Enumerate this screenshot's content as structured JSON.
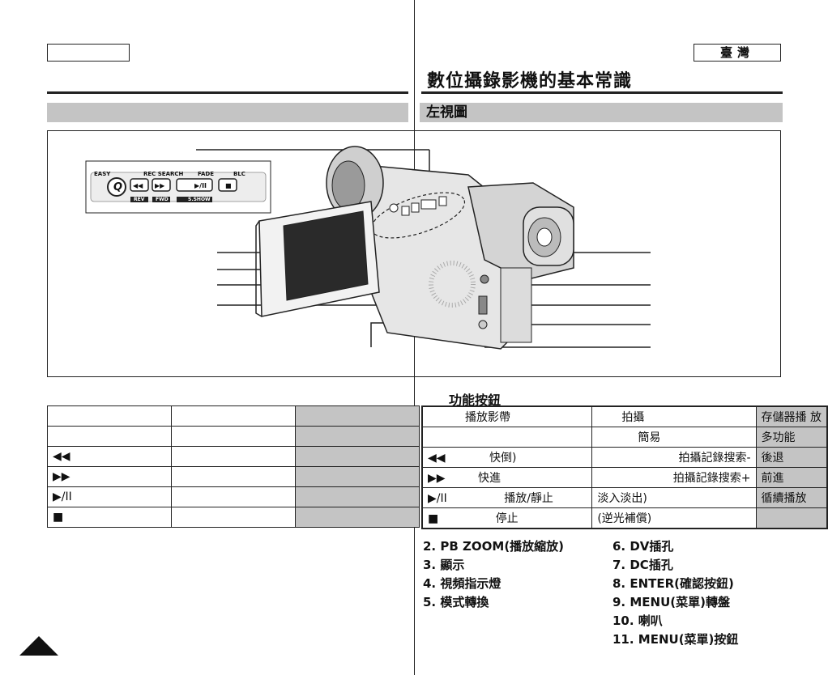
{
  "header": {
    "lang_label": "臺灣",
    "title": "數位攝錄影機的基本常識",
    "section_title": "左視圖"
  },
  "panel": {
    "easy_label": "EASY",
    "q_label": "Q",
    "rec_search_label": "REC SEARCH",
    "fade_label": "FADE",
    "blc_label": "BLC",
    "rev_label": "REV",
    "fwd_label": "FWD",
    "sshow_label": "S.SHOW",
    "btn_rew": "◀◀",
    "btn_ff": "▶▶",
    "btn_play": "▶/II",
    "btn_stop": "■"
  },
  "function_heading": "功能按鈕",
  "left_table": [
    [
      "",
      "",
      ""
    ],
    [
      "",
      "",
      ""
    ],
    [
      "◀◀",
      "",
      ""
    ],
    [
      "▶▶",
      "",
      ""
    ],
    [
      "▶/II",
      "",
      ""
    ],
    [
      "■",
      "",
      ""
    ]
  ],
  "right_table": {
    "header": [
      "播放影帶",
      "拍攝",
      "存儲器播 放"
    ],
    "rows": [
      {
        "icon": "",
        "c1": "",
        "c2": "簡易",
        "c3": "多功能"
      },
      {
        "icon": "◀◀",
        "c1": "快倒)",
        "c2": "拍攝記錄搜索-",
        "c3": "後退"
      },
      {
        "icon": "▶▶",
        "c1": "快進",
        "c2": "拍攝記錄搜索+",
        "c3": "前進"
      },
      {
        "icon": "▶/II",
        "c1": "播放/靜止",
        "c2": "淡入淡出)",
        "c3": "循續播放"
      },
      {
        "icon": "■",
        "c1": "停止",
        "c2": "(逆光補償)",
        "c3": ""
      }
    ]
  },
  "list_left": [
    "2.  PB  ZOOM(播放縮放)",
    "3.  顯示",
    "4.  視頻指示燈",
    "5.  模式轉換"
  ],
  "list_right": [
    "6.  DV插孔",
    "7.  DC插孔",
    "8.  ENTER(確認按鈕)",
    "9.  MENU(菜單)轉盤",
    "10.  喇叭",
    "11.  MENU(菜單)按鈕"
  ]
}
